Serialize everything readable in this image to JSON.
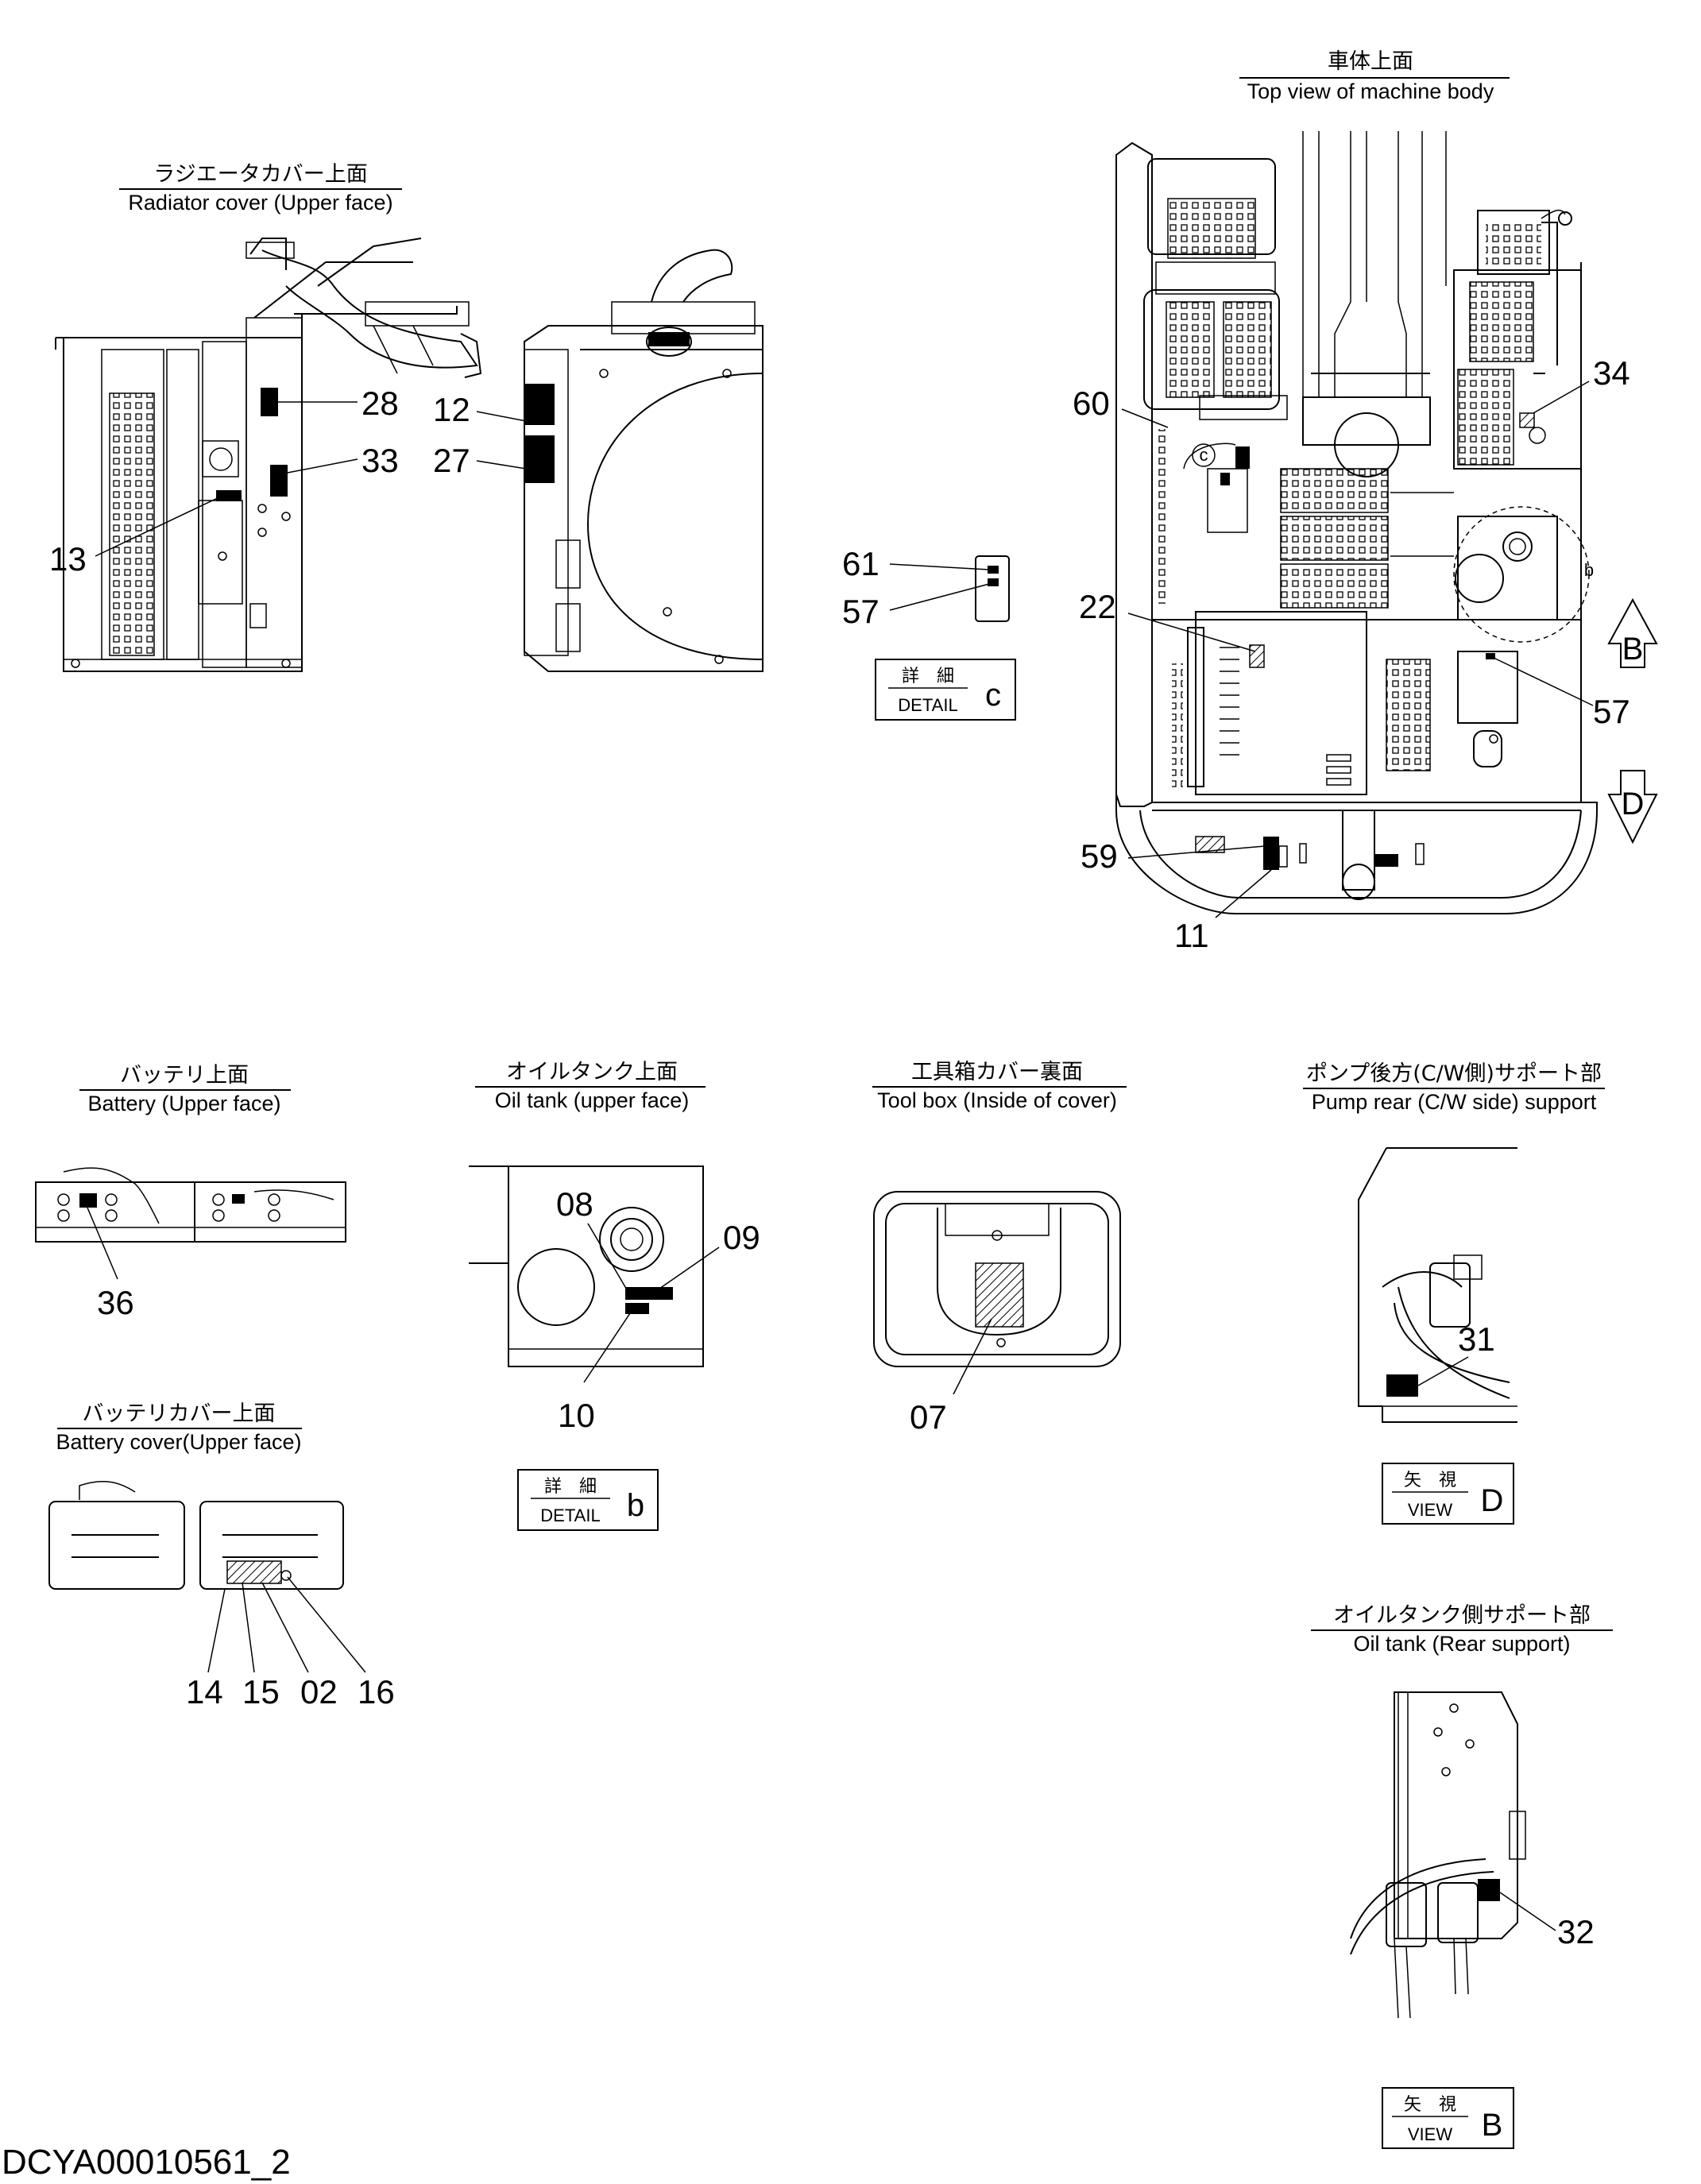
{
  "views": {
    "radiator": {
      "title_jp": "ラジエータカバー上面",
      "title_en": "Radiator cover (Upper face)"
    },
    "top": {
      "title_jp": "車体上面",
      "title_en": "Top view of machine body"
    },
    "battery": {
      "title_jp": "バッテリ上面",
      "title_en": "Battery (Upper face)"
    },
    "oil_tank": {
      "title_jp": "オイルタンク上面",
      "title_en": "Oil tank (upper face)"
    },
    "tool_box": {
      "title_jp": "工具箱カバー裏面",
      "title_en": "Tool box (Inside of cover)"
    },
    "pump_rear": {
      "title_jp": "ポンプ後方(C/W側)サポート部",
      "title_en": "Pump rear (C/W side) support"
    },
    "battery_cover": {
      "title_jp": "バッテリカバー上面",
      "title_en": "Battery cover(Upper face)"
    },
    "oil_tank_support": {
      "title_jp": "オイルタンク側サポート部",
      "title_en": "Oil tank (Rear support)"
    }
  },
  "callouts": {
    "c28": "28",
    "c33": "33",
    "c13": "13",
    "c12": "12",
    "c27": "27",
    "c61": "61",
    "c57a": "57",
    "c60": "60",
    "c34": "34",
    "c22": "22",
    "c57b": "57",
    "c59": "59",
    "c11": "11",
    "c36": "36",
    "c08": "08",
    "c09": "09",
    "c10": "10",
    "c07": "07",
    "c31": "31",
    "c14": "14",
    "c15": "15",
    "c02": "02",
    "c16": "16",
    "c32": "32"
  },
  "detail_boxes": {
    "c": {
      "jp": "詳　細",
      "en": "DETAIL",
      "letter": "c"
    },
    "b": {
      "jp": "詳　細",
      "en": "DETAIL",
      "letter": "b"
    }
  },
  "view_boxes": {
    "D": {
      "jp": "矢　視",
      "en": "VIEW",
      "letter": "D"
    },
    "B": {
      "jp": "矢　視",
      "en": "VIEW",
      "letter": "B"
    }
  },
  "arrows": {
    "up": "B",
    "down": "D"
  },
  "inline_labels": {
    "circle_c": "c",
    "circle_b": "b"
  },
  "drawing_code": "DCYA00010561_2"
}
